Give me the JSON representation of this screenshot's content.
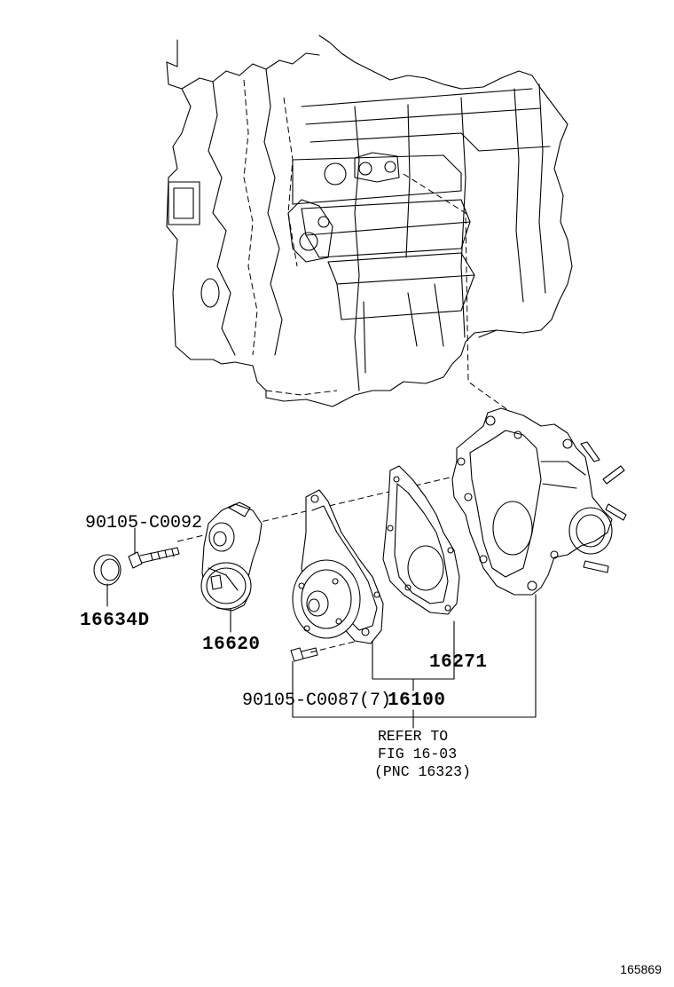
{
  "parts": {
    "bolt_tensioner": "90105-C0092",
    "cap": "16634D",
    "tensioner": "16620",
    "gasket": "16271",
    "bolt_pump": "90105-C0087(7)",
    "pump_assy": "16100"
  },
  "reference": {
    "line1": "REFER TO",
    "line2": "FIG 16-03",
    "line3": "(PNC 16323)"
  },
  "figure_number": "165869"
}
